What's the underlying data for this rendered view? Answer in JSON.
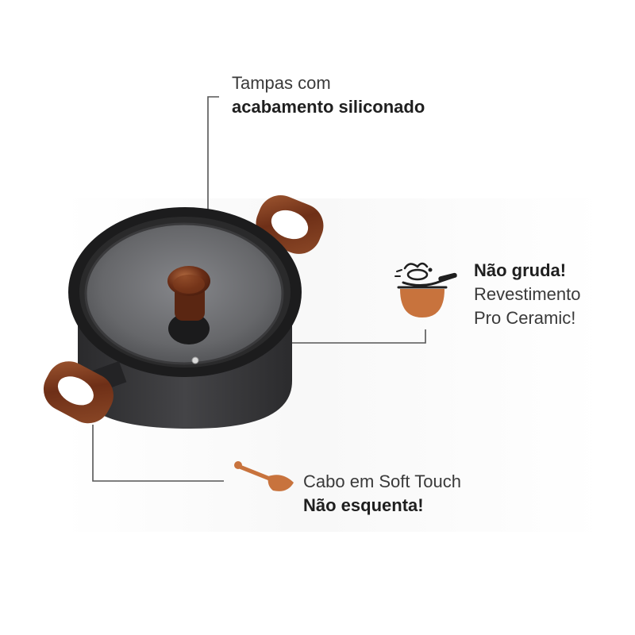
{
  "callouts": {
    "lid": {
      "line1": "Tampas com",
      "line2": "acabamento siliconado"
    },
    "nonstick": {
      "title": "Não gruda!",
      "line2": "Revestimento",
      "line3": "Pro Ceramic!"
    },
    "handle": {
      "line1": "Cabo em Soft Touch",
      "line2": "Não esquenta!"
    }
  },
  "colors": {
    "accent": "#c8733d",
    "pot_body": "#3b3b3d",
    "pot_rim": "#1c1c1d",
    "lid_glass": "#6f7073",
    "wood": "#7a3b20",
    "leader_line": "#555555"
  },
  "icons": {
    "nonstick_icon": "frying-pan-icon",
    "handle_icon": "spatula-icon"
  }
}
